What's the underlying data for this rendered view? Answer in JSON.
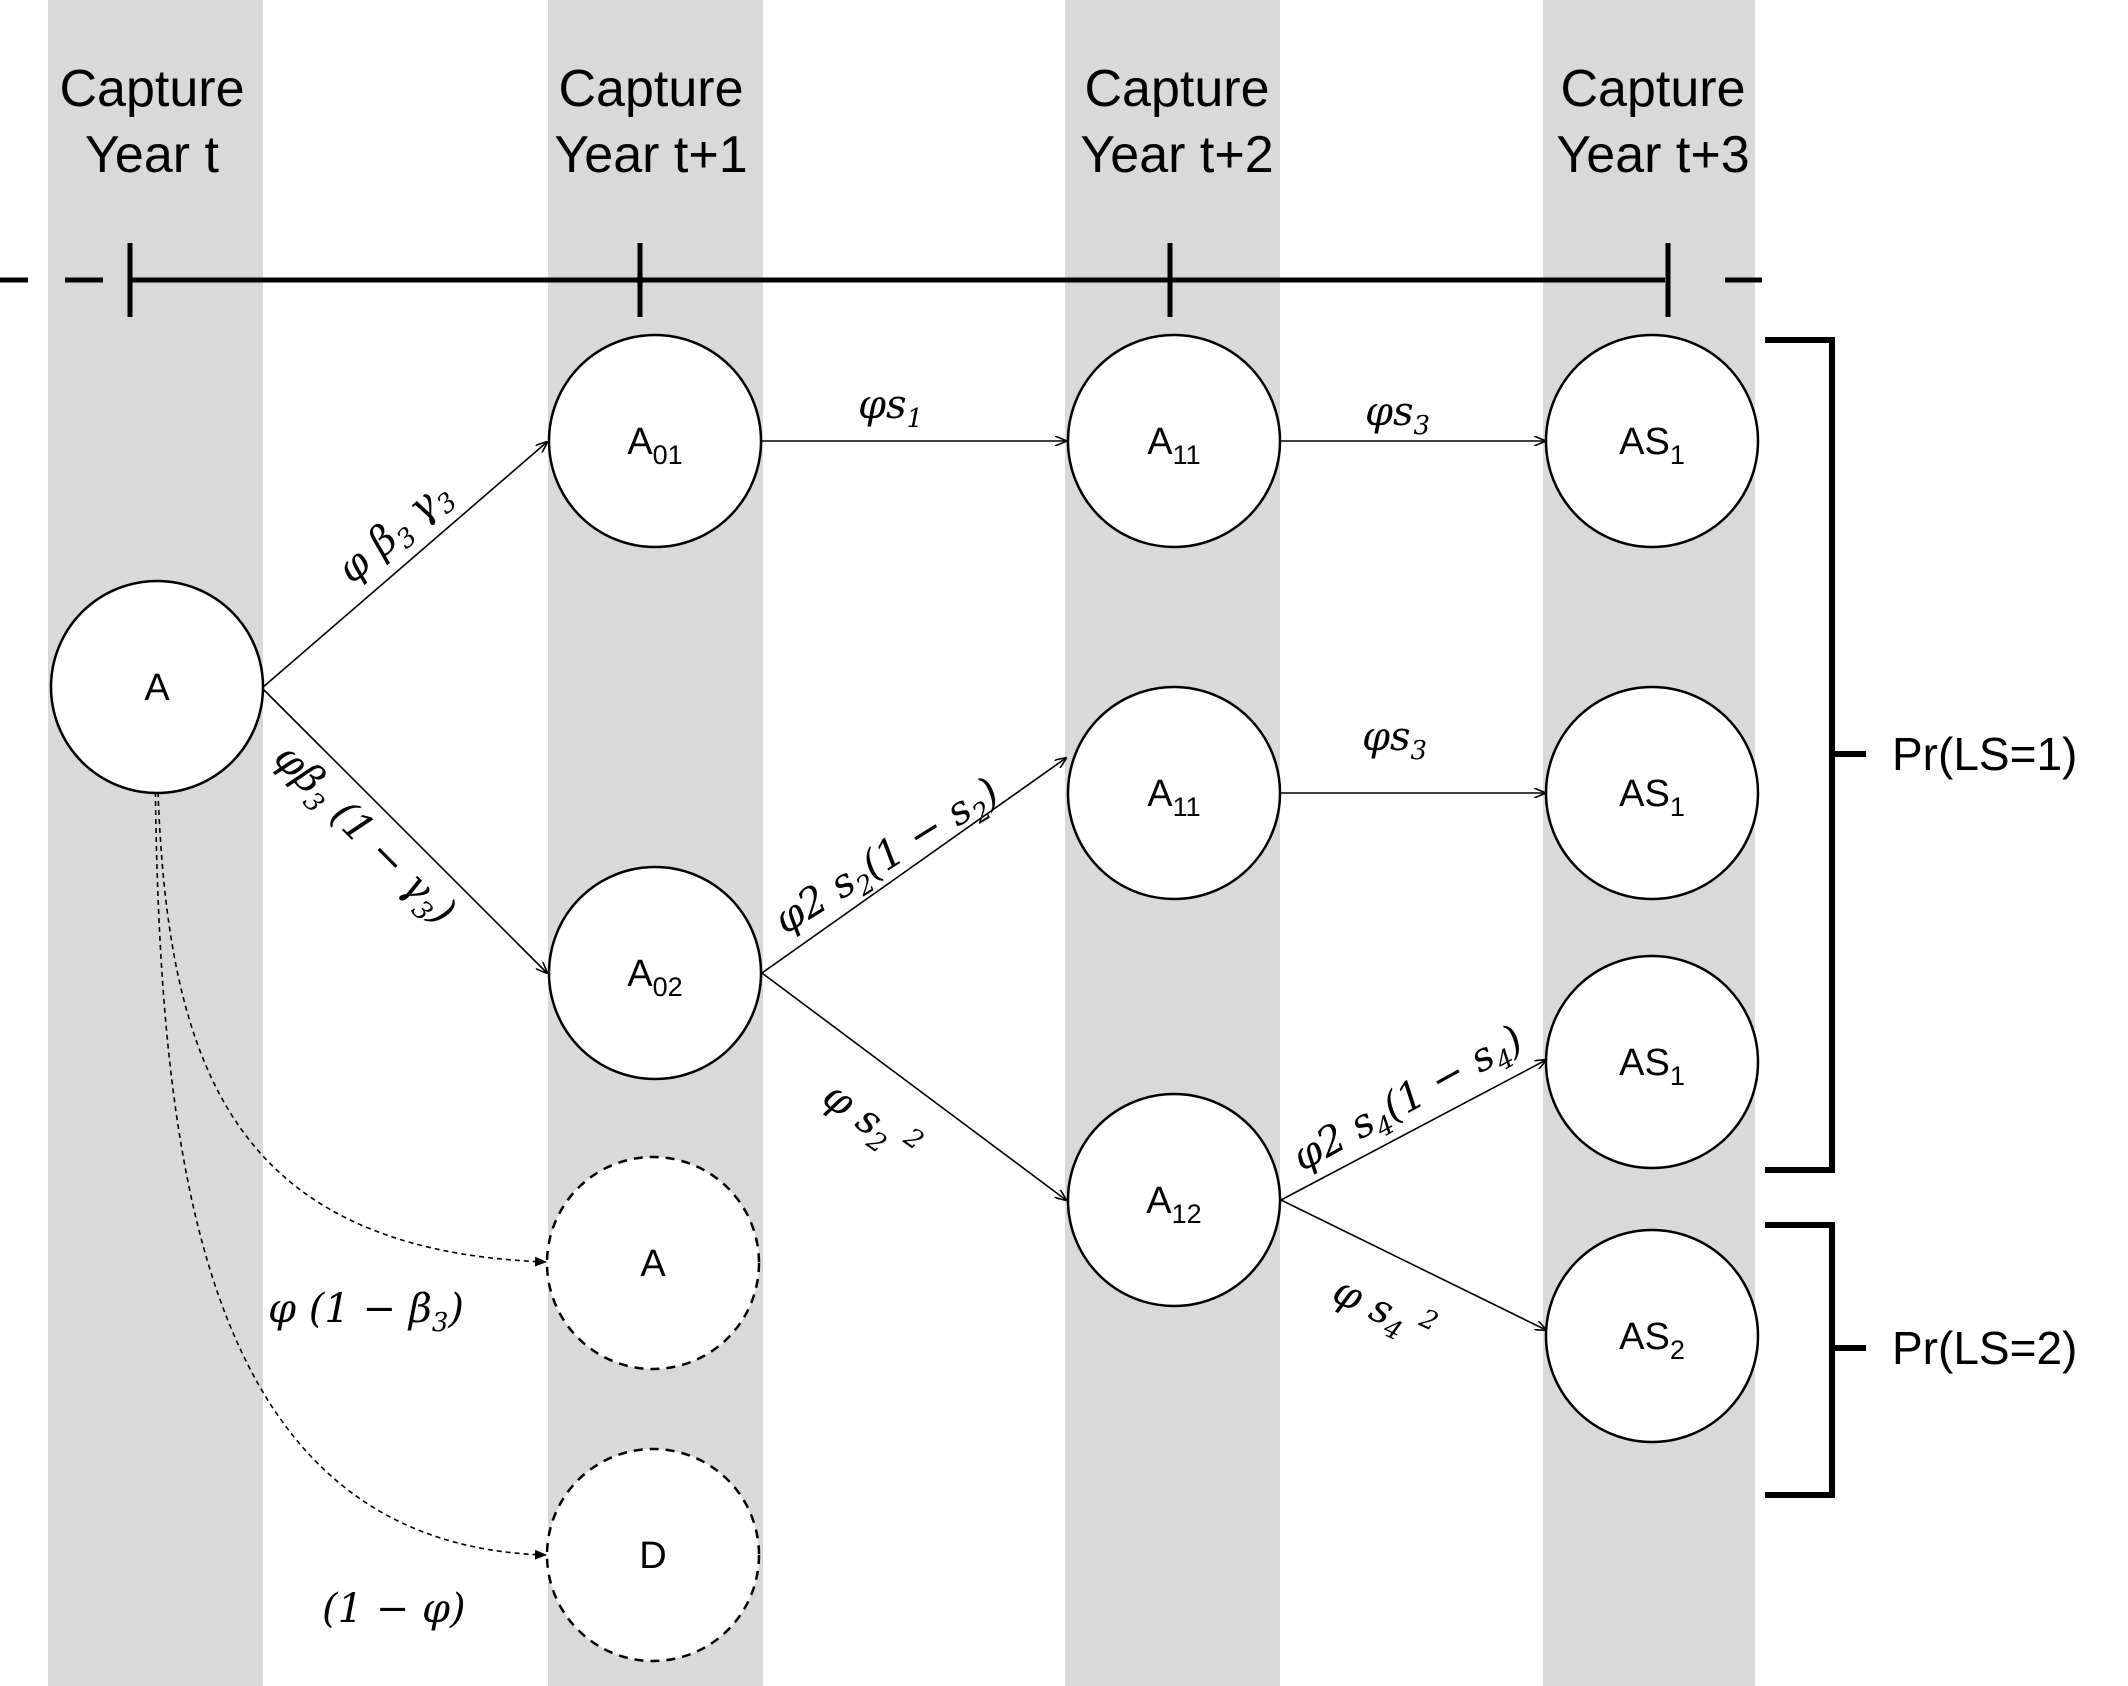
{
  "columns": [
    {
      "line1": "Capture",
      "line2": "Year t"
    },
    {
      "line1": "Capture",
      "line2": "Year t+1"
    },
    {
      "line1": "Capture",
      "line2": "Year t+2"
    },
    {
      "line1": "Capture",
      "line2": "Year t+3"
    }
  ],
  "nodes": {
    "a_start": {
      "base": "A",
      "sub": ""
    },
    "a01": {
      "base": "A",
      "sub": "01"
    },
    "a02": {
      "base": "A",
      "sub": "02"
    },
    "a_skip": {
      "base": "A",
      "sub": ""
    },
    "d": {
      "base": "D",
      "sub": ""
    },
    "a11_top": {
      "base": "A",
      "sub": "11"
    },
    "a11_mid": {
      "base": "A",
      "sub": "11"
    },
    "a12": {
      "base": "A",
      "sub": "12"
    },
    "as1_top": {
      "base": "AS",
      "sub": "1"
    },
    "as1_mid": {
      "base": "AS",
      "sub": "1"
    },
    "as1_low": {
      "base": "AS",
      "sub": "1"
    },
    "as2": {
      "base": "AS",
      "sub": "2"
    }
  },
  "edges": {
    "a_to_a01": {
      "base": "φ β",
      "sub1": "3",
      "mid": " γ",
      "sub2": "3",
      "tail": ""
    },
    "a_to_a02": {
      "base": "φβ",
      "sub1": "3",
      "mid": " (1 − γ",
      "sub2": "3",
      "tail": ")"
    },
    "a_to_skip": {
      "text": "φ (1 − β",
      "sub": "3",
      "tail": ")"
    },
    "a_to_d": {
      "text": "(1 − φ)"
    },
    "a01_to_a11": {
      "base": "φs",
      "sub": "1"
    },
    "a11_to_as1_top": {
      "base": "φs",
      "sub": "3"
    },
    "a11_to_as1_mid": {
      "base": "φs",
      "sub": "3"
    },
    "a02_to_a11": {
      "base": "φ2 s",
      "sub1": "2",
      "mid": "(1 − s",
      "sub2": "2",
      "tail": ")"
    },
    "a02_to_a12": {
      "base": "φ s",
      "sub": "2",
      "sup": "2"
    },
    "a12_to_as1_low": {
      "base": "φ2 s",
      "sub1": "4",
      "mid": "(1 − s",
      "sub2": "4",
      "tail": ")"
    },
    "a12_to_as2": {
      "base": "φ s",
      "sub": "4",
      "sup": "2"
    }
  },
  "brackets": {
    "ls1": "Pr(LS=1)",
    "ls2": "Pr(LS=2)"
  }
}
